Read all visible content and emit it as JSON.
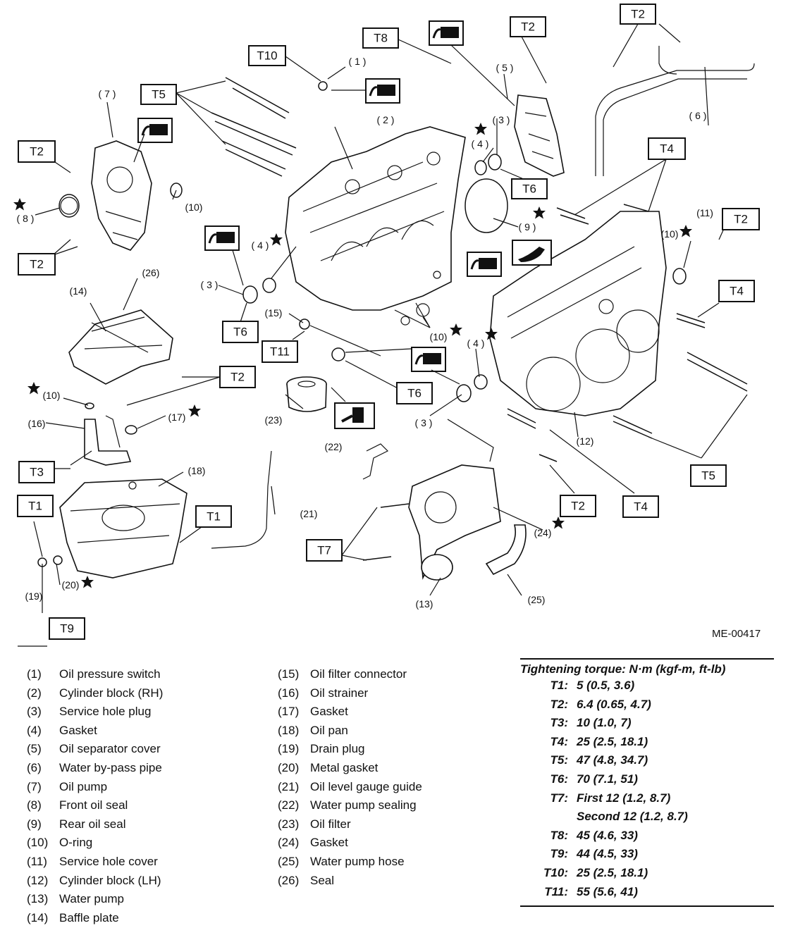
{
  "diagram": {
    "code": "ME-00417",
    "torque_boxes": {
      "t10": "T10",
      "t5_top": "T5",
      "t8": "T8",
      "t2_top_center": "T2",
      "t2_top_right": "T2",
      "t2_left_upper": "T2",
      "t2_left_lower": "T2",
      "t4_right_upper": "T4",
      "t2_right": "T2",
      "t4_right_mid": "T4",
      "t6_left": "T6",
      "t6_center_top": "T6",
      "t11": "T11",
      "t6_center": "T6",
      "t2_mid_left": "T2",
      "t3": "T3",
      "t1_left": "T1",
      "t1_right": "T1",
      "t9": "T9",
      "t7": "T7",
      "t2_bottom": "T2",
      "t4_bottom": "T4",
      "t5_bottom": "T5"
    },
    "callouts": {
      "c1": "( 1 )",
      "c2": "( 2 )",
      "c3_top": "( 3 )",
      "c4_top": "( 4 )",
      "c5": "( 5 )",
      "c6": "( 6 )",
      "c7": "( 7 )",
      "c8": "( 8 )",
      "c9": "( 9 )",
      "c10_left": "(10)",
      "c11": "(11)",
      "c10_right": "(10)",
      "c4_mid": "( 4 )",
      "c3_mid": "( 3 )",
      "c15": "(15)",
      "c10_center": "(10)",
      "c4_low": "( 4 )",
      "c3_low": "( 3 )",
      "c14": "(14)",
      "c26": "(26)",
      "c10_low": "(10)",
      "c16": "(16)",
      "c17": "(17)",
      "c18": "(18)",
      "c23": "(23)",
      "c22": "(22)",
      "c12": "(12)",
      "c21": "(21)",
      "c24": "(24)",
      "c19": "(19)",
      "c20": "(20)",
      "c13": "(13)",
      "c25": "(25)"
    }
  },
  "parts_col1": [
    {
      "num": "(1)",
      "name": "Oil pressure switch"
    },
    {
      "num": "(2)",
      "name": "Cylinder block (RH)"
    },
    {
      "num": "(3)",
      "name": "Service hole plug"
    },
    {
      "num": "(4)",
      "name": "Gasket"
    },
    {
      "num": "(5)",
      "name": "Oil separator cover"
    },
    {
      "num": "(6)",
      "name": "Water by-pass pipe"
    },
    {
      "num": "(7)",
      "name": "Oil pump"
    },
    {
      "num": "(8)",
      "name": "Front oil seal"
    },
    {
      "num": "(9)",
      "name": "Rear oil seal"
    },
    {
      "num": "(10)",
      "name": "O-ring"
    },
    {
      "num": "(11)",
      "name": "Service hole cover"
    },
    {
      "num": "(12)",
      "name": "Cylinder block (LH)"
    },
    {
      "num": "(13)",
      "name": "Water pump"
    },
    {
      "num": "(14)",
      "name": "Baffle plate"
    }
  ],
  "parts_col2": [
    {
      "num": "(15)",
      "name": "Oil filter connector"
    },
    {
      "num": "(16)",
      "name": "Oil strainer"
    },
    {
      "num": "(17)",
      "name": "Gasket"
    },
    {
      "num": "(18)",
      "name": "Oil pan"
    },
    {
      "num": "(19)",
      "name": "Drain plug"
    },
    {
      "num": "(20)",
      "name": "Metal gasket"
    },
    {
      "num": "(21)",
      "name": "Oil level gauge guide"
    },
    {
      "num": "(22)",
      "name": "Water pump sealing"
    },
    {
      "num": "(23)",
      "name": "Oil filter"
    },
    {
      "num": "(24)",
      "name": "Gasket"
    },
    {
      "num": "(25)",
      "name": "Water pump hose"
    },
    {
      "num": "(26)",
      "name": "Seal"
    }
  ],
  "torque": {
    "header": "Tightening torque: N·m (kgf-m, ft-lb)",
    "rows": [
      {
        "key": "T1:",
        "val": "5 (0.5, 3.6)"
      },
      {
        "key": "T2:",
        "val": "6.4 (0.65, 4.7)"
      },
      {
        "key": "T3:",
        "val": "10 (1.0, 7)"
      },
      {
        "key": "T4:",
        "val": "25 (2.5, 18.1)"
      },
      {
        "key": "T5:",
        "val": "47 (4.8, 34.7)"
      },
      {
        "key": "T6:",
        "val": "70 (7.1, 51)"
      },
      {
        "key": "T7:",
        "val": "First 12 (1.2, 8.7)\nSecond 12 (1.2, 8.7)"
      },
      {
        "key": "T8:",
        "val": "45 (4.6, 33)"
      },
      {
        "key": "T9:",
        "val": "44 (4.5, 33)"
      },
      {
        "key": "T10:",
        "val": "25 (2.5, 18.1)"
      },
      {
        "key": "T11:",
        "val": "55 (5.6, 41)"
      }
    ]
  }
}
